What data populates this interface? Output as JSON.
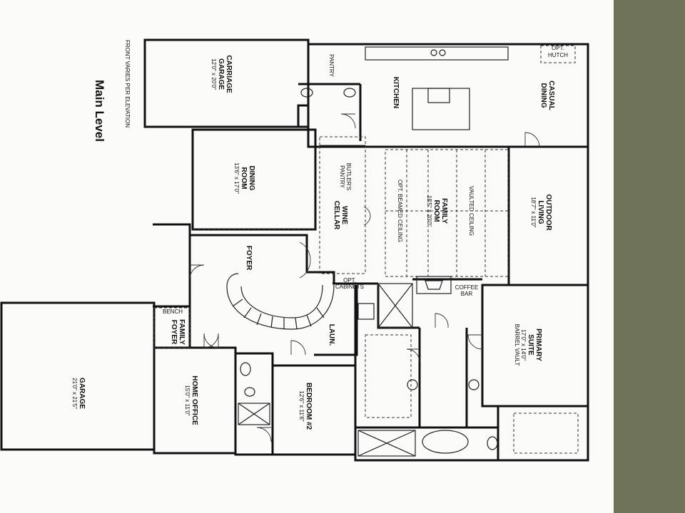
{
  "page": {
    "title": "Main Level",
    "note": "FRONT VARIES PER ELEVATION"
  },
  "colors": {
    "paper": "#fbfbfa",
    "ink": "#111111",
    "strip": "#6f7459"
  },
  "rooms": {
    "carriage_garage": {
      "name": "CARRIAGE GARAGE",
      "line1": "CARRIAGE",
      "line2": "GARAGE",
      "dims": "12'0\" x 20'0\""
    },
    "pantry": {
      "name": "PANTRY"
    },
    "kitchen": {
      "name": "KITCHEN"
    },
    "casual_dining": {
      "line1": "CASUAL",
      "line2": "DINING"
    },
    "opt_hutch": {
      "line1": "OPT.",
      "line2": "HUTCH"
    },
    "dining_room": {
      "line1": "DINING",
      "line2": "ROOM",
      "dims": "13'6\" x 17'0\""
    },
    "butlers_pantry": {
      "line1": "BUTLER'S",
      "line2": "PANTRY"
    },
    "wine_cellar": {
      "line1": "WINE",
      "line2": "CELLAR"
    },
    "family_room": {
      "line1": "FAMILY",
      "line2": "ROOM",
      "dims": "18'5\" x 20'0\""
    },
    "opt_beamed": {
      "name": "OPT. BEAMED CEILING"
    },
    "vaulted": {
      "name": "VAULTED CEILING"
    },
    "outdoor_living": {
      "line1": "OUTDOOR",
      "line2": "LIVING",
      "dims": "18'7\" x 11'0\""
    },
    "foyer": {
      "name": "FOYER"
    },
    "opt_cabinets": {
      "line1": "OPT.",
      "line2": "CABINETS"
    },
    "coffee_bar": {
      "line1": "COFFEE",
      "line2": "BAR"
    },
    "primary_suite": {
      "line1": "PRIMARY",
      "line2": "SUITE",
      "dims": "17'0\" x 14'0\"",
      "extra": "BARREL VAULT"
    },
    "laundry": {
      "name": "LAUN."
    },
    "bench": {
      "name": "BENCH"
    },
    "family_foyer": {
      "line1": "FAMILY",
      "line2": "FOYER"
    },
    "garage": {
      "name": "GARAGE",
      "dims": "21'0\" x 21'5\""
    },
    "home_office": {
      "name": "HOME OFFICE",
      "dims": "15'0\" x 11'0\""
    },
    "bedroom2": {
      "name": "BEDROOM #2",
      "dims": "12'6\" x 11'6\""
    }
  }
}
